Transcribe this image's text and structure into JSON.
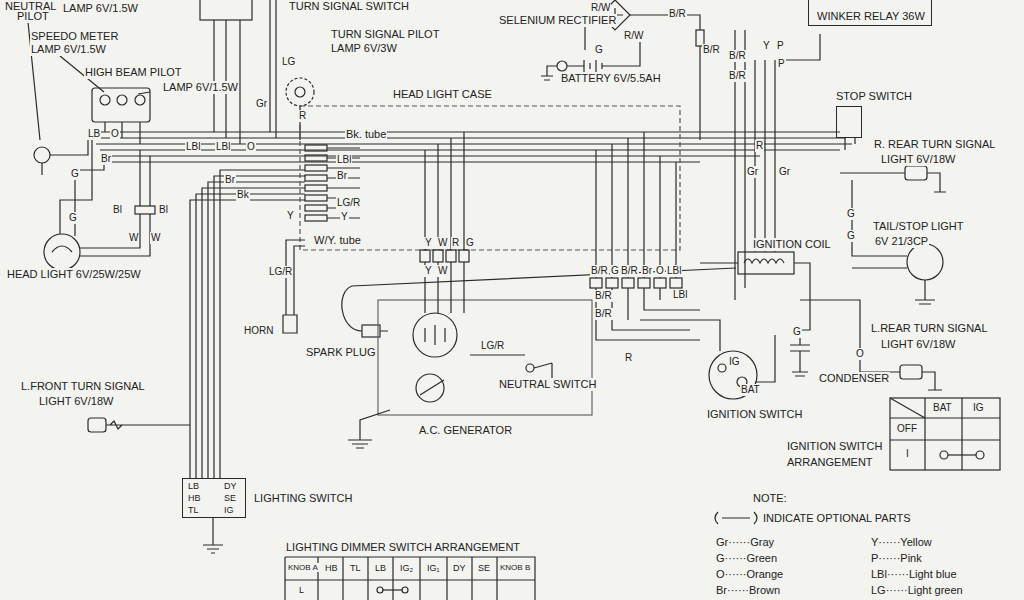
{
  "diagram": {
    "nodes": [
      {
        "text": [
          "WINKER RELAY 36W"
        ]
      },
      {
        "text": [
          "STOP SWITCH"
        ]
      },
      {
        "text": [
          "LB",
          "HB",
          "TL",
          "DY",
          "SE",
          "IG",
          "LIGHTING SWITCH"
        ]
      }
    ],
    "labels": [
      "NEUTRAL",
      "PILOT",
      "LAMP 6V/1.5W",
      "SPEEDO METER",
      "LAMP 6V/1.5W",
      "HIGH BEAM PILOT",
      "LAMP 6V/1.5W",
      "TURN SIGNAL SWITCH",
      "TURN SIGNAL PILOT",
      "LAMP 6V/3W",
      "HEAD LIGHT CASE",
      "SELENIUM RECTIFIER",
      "R/W",
      "B/R",
      "R/W",
      "G",
      "B/R",
      "BATTERY 6V/5.5AH",
      "B/R",
      "Y",
      "P",
      "B/R",
      "P",
      "R. REAR TURN SIGNAL",
      "LIGHT 6V/18W",
      "R",
      "Gr",
      "Gr",
      "G",
      "G",
      "TAIL/STOP LIGHT",
      "6V 21/3CP",
      "IGNITION COIL",
      "L.REAR TURN SIGNAL",
      "LIGHT 6V/18W",
      "G",
      "O",
      "CONDENSER",
      "IG",
      "BAT",
      "IGNITION SWITCH",
      "IGNITION SWITCH",
      "ARRANGEMENT",
      "BAT",
      "IG",
      "OFF",
      "I",
      "NOTE:",
      "Gr······Gray",
      "G······Green",
      "O······Orange",
      "Br······Brown",
      "Y······Yellow",
      "P······Pink",
      "LBl······Light blue",
      "LG······Light green",
      "LB",
      "O",
      "G",
      "Br",
      "G",
      "Bl",
      "Bl",
      "W",
      "W",
      "HEAD LIGHT 6V/25W/25W",
      "L.FRONT TURN SIGNAL",
      "LIGHT 6V/18W",
      "LBl",
      "LBl",
      "O",
      "Gr",
      "LG",
      "R",
      "Br",
      "Bk",
      "Y",
      "W/Y. tube",
      "Bk. tube",
      "LBl",
      "Br",
      "LG/R",
      "Y",
      "LG/R",
      "HORN",
      "SPARK PLUG",
      "Y",
      "W",
      "R",
      "G",
      "Y",
      "W",
      "LG/R",
      "NEUTRAL SWITCH",
      "A.C. GENERATOR",
      "B/R",
      "G",
      "B/R",
      "Br",
      "O",
      "LBl",
      "LBl",
      "B/R",
      "B/R",
      "R",
      "LIGHTING DIMMER SWITCH ARRANGEMENT",
      "KNOB A",
      "HB",
      "TL",
      "LB",
      "IG₂",
      "IG₁",
      "DY",
      "SE",
      "KNOB B",
      "L"
    ],
    "legend": [
      {
        "text": "INDICATE OPTIONAL PARTS"
      }
    ]
  }
}
